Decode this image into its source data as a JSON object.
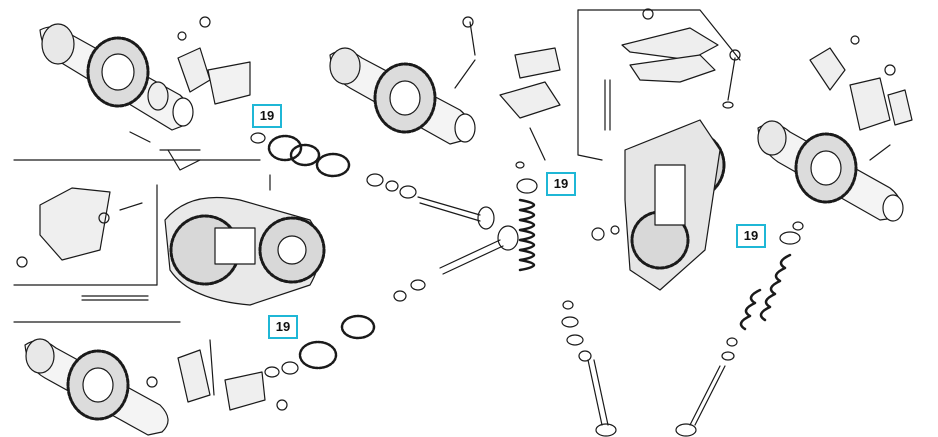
{
  "callouts": [
    {
      "label": "19"
    },
    {
      "label": "19"
    },
    {
      "label": "19"
    },
    {
      "label": "19"
    }
  ],
  "colors": {
    "ink": "#1a1a1a",
    "callout_border": "#1fb7d6",
    "background": "#ffffff"
  }
}
